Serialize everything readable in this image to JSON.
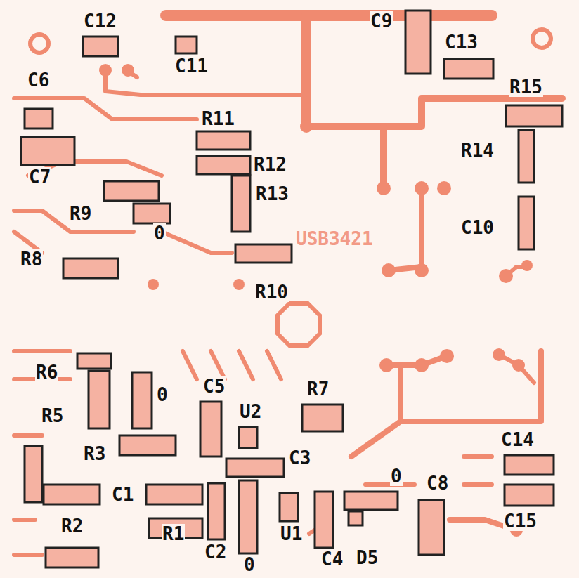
{
  "diagram": {
    "labels": [
      "C12",
      "C11",
      "C9",
      "C13",
      "R15",
      "C6",
      "R11",
      "C7",
      "R12",
      "R14",
      "R13",
      "R9",
      "0",
      "USB3421",
      "C10",
      "R8",
      "R10",
      "R6",
      "C5",
      "R7",
      "R5",
      "0",
      "U2",
      "R3",
      "C3",
      "C14",
      "C1",
      "0",
      "C8",
      "R2",
      "C15",
      "R1",
      "C2",
      "U1",
      "C4",
      "D5",
      "0"
    ]
  }
}
